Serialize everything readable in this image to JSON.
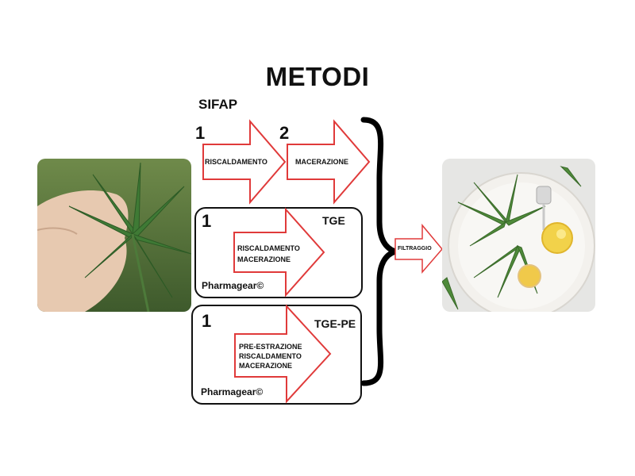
{
  "title": "METODI",
  "sifap": {
    "label": "SIFAP",
    "steps": [
      {
        "number": "1",
        "label": "RISCALDAMENTO"
      },
      {
        "number": "2",
        "label": "MACERAZIONE"
      }
    ]
  },
  "tge": {
    "number": "1",
    "title": "TGE",
    "lines": [
      "RISCALDAMENTO",
      "MACERAZIONE"
    ],
    "brand": "Pharmagear©"
  },
  "tgepe": {
    "number": "1",
    "title": "TGE-PE",
    "lines": [
      "PRE-ESTRAZIONE",
      "RISCALDAMENTO",
      "MACERAZIONE"
    ],
    "brand": "Pharmagear©"
  },
  "output": {
    "label": "FILTRAGGIO"
  },
  "colors": {
    "arrow_stroke": "#e03a3a",
    "brace": "#000000",
    "box_border": "#111111"
  },
  "images": {
    "left": "cannabis-leaf-in-hand-photo",
    "right": "cbd-oil-plate-photo"
  }
}
